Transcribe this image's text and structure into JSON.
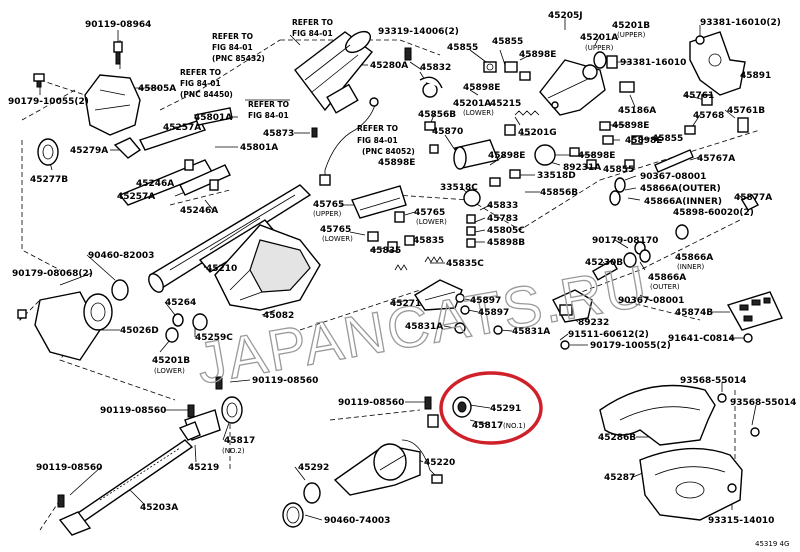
{
  "diagram_code": "45319 4G",
  "watermark": "JAPANCATS.RU",
  "highlight_color": "#d0202a",
  "labels": {
    "l01": "90119-08964",
    "l02": "90179-10055(2)",
    "l03": "45805A",
    "l04": "45279A",
    "l05": "45277B",
    "l06": "45257A",
    "l07": "45801A",
    "l08": "45801A",
    "l09": "45246A",
    "l10": "45257A",
    "l11": "45246A",
    "l12": "45873",
    "l13": "45280A",
    "l14": "REFER TO",
    "l15": "FIG 84-01",
    "l16": "(PNC 85432)",
    "l17": "REFER TO",
    "l18": "FIG 84-01",
    "l19": "REFER TO",
    "l20": "FIG 84-01",
    "l21": "(PNC 84450)",
    "l22": "REFER TO",
    "l23": "FIG 84-01",
    "l24": "REFER TO",
    "l25": "FIG 84-01",
    "l26": "(PNC 84052)",
    "l27": "45898E",
    "l28": "93319-14006(2)",
    "l29": "45855",
    "l30": "45855",
    "l31": "45832",
    "l32": "45898E",
    "l33": "45898E",
    "l34": "45201A",
    "l35": "(LOWER)",
    "l36": "45215",
    "l37": "45856B",
    "l38": "45870",
    "l39": "45201G",
    "l40": "45205J",
    "l41": "45201B",
    "l42": "(UPPER)",
    "l43": "45201A",
    "l44": "(UPPER)",
    "l45": "93381-16010",
    "l46": "93381-16010(2)",
    "l47": "45891",
    "l48": "45186A",
    "l49": "45761",
    "l50": "45761B",
    "l51": "45768",
    "l52": "45898E",
    "l53": "45898E",
    "l54": "45855",
    "l55": "45767A",
    "l56": "45898E",
    "l57": "89231A",
    "l58": "45855",
    "l59": "45898E",
    "l60": "33518D",
    "l61": "33518C",
    "l62": "45856B",
    "l63": "45833",
    "l64": "45783",
    "l65": "45805C",
    "l66": "45898B",
    "l67": "90367-08001",
    "l68": "45866A(OUTER)",
    "l69": "45866A(INNER)",
    "l70": "45877A",
    "l71": "45898-60020(2)",
    "l72": "45765",
    "l73": "(UPPER)",
    "l74": "45765",
    "l75": "(LOWER)",
    "l76": "45765",
    "l77": "(LOWER)",
    "l78": "45835",
    "l79": "45835",
    "l80": "45835C",
    "l81": "90460-82003",
    "l82": "90179-08068(2)",
    "l83": "45210",
    "l84": "45264",
    "l85": "45026D",
    "l86": "45259C",
    "l87": "45201B",
    "l88": "(LOWER)",
    "l89": "45082",
    "l90": "45271",
    "l91": "45897",
    "l92": "45897",
    "l93": "45831A",
    "l94": "45831A",
    "l95": "90179-08170",
    "l96": "45230B",
    "l97": "45866A",
    "l98": "(INNER)",
    "l99": "45866A",
    "l100": "(OUTER)",
    "l101": "90367-08001",
    "l102": "45874B",
    "l103": "89232",
    "l104": "91511-60612(2)",
    "l105": "90179-10055(2)",
    "l106": "91641-C0814",
    "l107": "90119-08560",
    "l108": "90119-08560",
    "l109": "90119-08560",
    "l110": "90119-08560",
    "l111": "45291",
    "l112": "45817",
    "l113": "(NO.1)",
    "l114": "45817",
    "l115": "(NO.2)",
    "l116": "45219",
    "l117": "45203A",
    "l118": "45292",
    "l119": "45220",
    "l120": "90460-74003",
    "l121": "93568-55014",
    "l122": "93568-55014",
    "l123": "45286B",
    "l124": "45287",
    "l125": "93315-14010"
  }
}
